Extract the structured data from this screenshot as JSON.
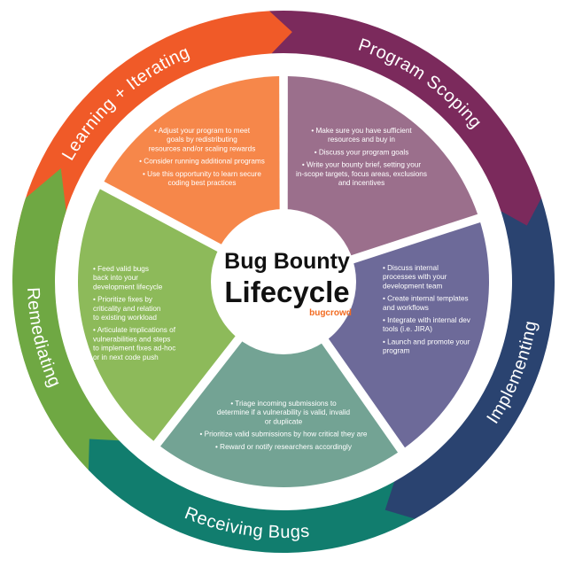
{
  "center": {
    "title_line1": "Bug Bounty",
    "title_line2": "Lifecycle",
    "brand": "bugcrowd"
  },
  "colors": {
    "learning": "#f05a28",
    "scoping": "#7b2a5c",
    "implementing": "#2a4370",
    "receiving": "#117d6e",
    "remediating": "#6fa843",
    "learning_inner": "#f6874a",
    "scoping_inner": "#9b6f8c",
    "implementing_inner": "#6d6a99",
    "receiving_inner": "#73a394",
    "remediating_inner": "#8dba5a",
    "brand": "#f26b21"
  },
  "stages": [
    {
      "key": "learning",
      "label": "Learning + Iterating",
      "bullets": [
        [
          "Adjust your program to meet",
          "goals by redistributing",
          "resources and/or scaling rewards"
        ],
        [
          "Consider running additional programs"
        ],
        [
          "Use this opportunity to learn secure",
          "coding best practices"
        ]
      ]
    },
    {
      "key": "scoping",
      "label": "Program Scoping",
      "bullets": [
        [
          "Make sure you have sufficient",
          "resources and buy in"
        ],
        [
          "Discuss your program goals"
        ],
        [
          "Write your bounty brief, setting your",
          "in-scope targets, focus areas, exclusions",
          "and incentives"
        ]
      ]
    },
    {
      "key": "implementing",
      "label": "Implementing",
      "bullets": [
        [
          "Discuss internal",
          "processes with your",
          "development team"
        ],
        [
          "Create internal templates",
          "and workflows"
        ],
        [
          "Integrate with internal dev",
          "tools (i.e. JIRA)"
        ],
        [
          "Launch and promote your",
          "program"
        ]
      ]
    },
    {
      "key": "receiving",
      "label": "Receiving Bugs",
      "bullets": [
        [
          "Triage incoming submissions to",
          "determine if a vulnerability is valid, invalid",
          "or duplicate"
        ],
        [
          "Prioritize valid submissions by how critical they are"
        ],
        [
          "Reward or notify researchers accordingly"
        ]
      ]
    },
    {
      "key": "remediating",
      "label": "Remediating",
      "bullets": [
        [
          "Feed valid bugs",
          "back into your",
          "development lifecycle"
        ],
        [
          "Prioritize fixes by",
          "criticality and relation",
          "to existing workload"
        ],
        [
          "Articulate implications of",
          "vulnerabilities and steps",
          "to implement fixes ad-hoc",
          "or in next code push"
        ]
      ]
    }
  ]
}
